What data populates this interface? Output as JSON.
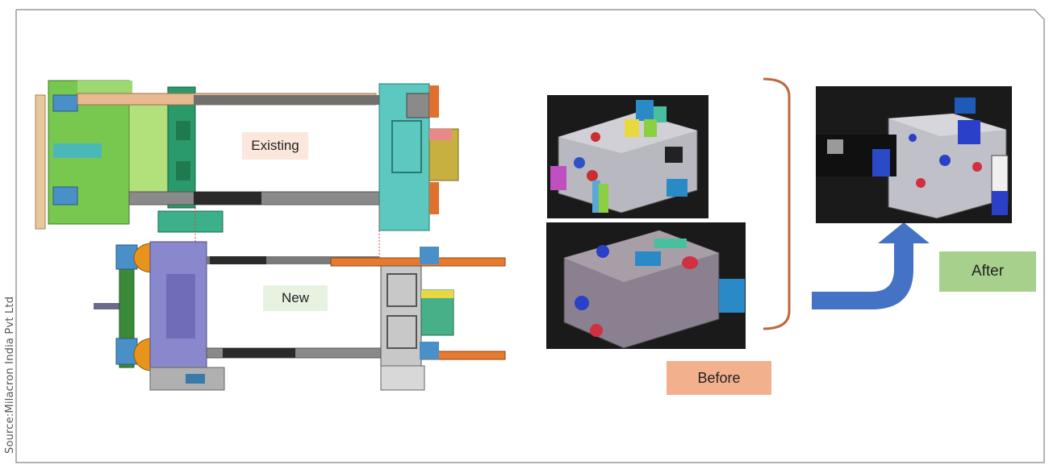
{
  "source": "Source:Milacron India Pvt Ltd",
  "labels": {
    "existing": "Existing",
    "new": "New",
    "before": "Before",
    "after": "After"
  },
  "colors": {
    "existing_label_bg": "#fbe7db",
    "new_label_bg": "#e8f2e1",
    "before_label_bg": "#f2b18c",
    "after_label_bg": "#a8d08d",
    "arrow": "#4472c4",
    "bracket": "#c0663a"
  }
}
